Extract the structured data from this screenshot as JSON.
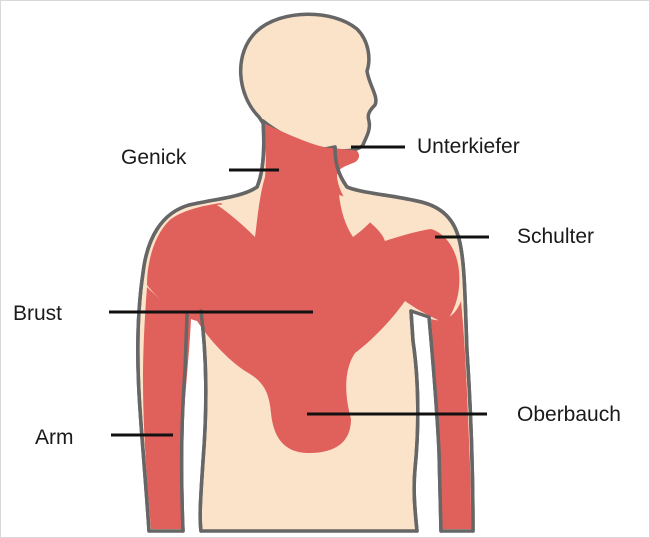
{
  "labels": {
    "genick": "Genick",
    "unterkiefer": "Unterkiefer",
    "schulter": "Schulter",
    "brust": "Brust",
    "oberbauch": "Oberbauch",
    "arm": "Arm"
  },
  "colors": {
    "skin": "#fae3c9",
    "pain_area": "#e0615c",
    "outline": "#666666",
    "pointer_line": "#111111",
    "label_text": "#1a1a1a"
  }
}
